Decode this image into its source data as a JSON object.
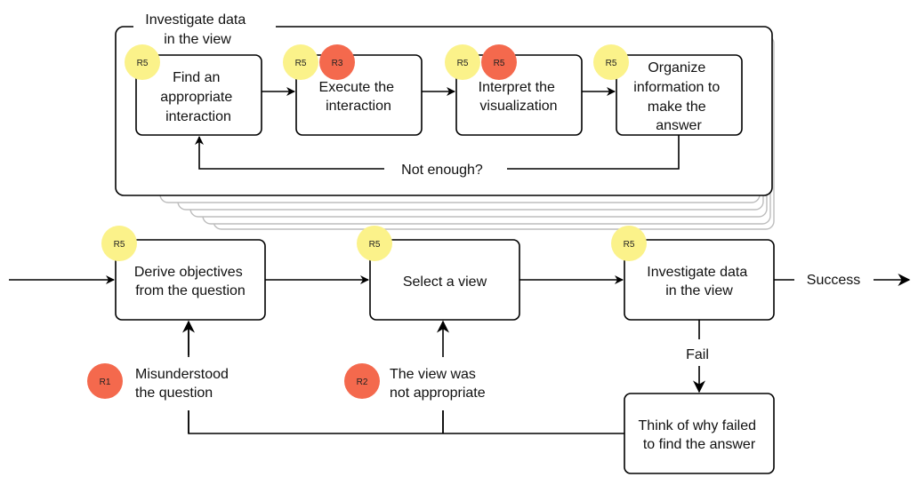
{
  "colors": {
    "stroke": "#000000",
    "stack_stroke": "#bdbdbd",
    "badge_yellow": "#fbf28a",
    "badge_red": "#f4694d"
  },
  "detail_group": {
    "title": [
      "Investigate data",
      "in the view"
    ],
    "steps": [
      {
        "label": [
          "Find an",
          "appropriate",
          "interaction"
        ],
        "badges": [
          "R5"
        ]
      },
      {
        "label": [
          "Execute the",
          "interaction"
        ],
        "badges": [
          "R5",
          "R3"
        ]
      },
      {
        "label": [
          "Interpret the",
          "visualization"
        ],
        "badges": [
          "R5",
          "R5"
        ]
      },
      {
        "label": [
          "Organize",
          "information to",
          "make the",
          "answer"
        ],
        "badges": [
          "R5"
        ]
      }
    ],
    "loop_label": "Not enough?"
  },
  "main_flow": {
    "steps": [
      {
        "label": [
          "Derive objectives",
          "from the question"
        ],
        "badges": [
          "R5"
        ]
      },
      {
        "label": [
          "Select a view"
        ],
        "badges": [
          "R5"
        ]
      },
      {
        "label": [
          "Investigate data",
          "in the view"
        ],
        "badges": [
          "R5"
        ]
      }
    ],
    "success_label": "Success",
    "fail_label": "Fail",
    "failure_step": {
      "label": [
        "Think of why failed",
        "to find the answer"
      ]
    }
  },
  "reasons": [
    {
      "badge": "R1",
      "label": [
        "Misunderstood",
        "the question"
      ]
    },
    {
      "badge": "R2",
      "label": [
        "The view was",
        "not appropriate"
      ]
    }
  ]
}
